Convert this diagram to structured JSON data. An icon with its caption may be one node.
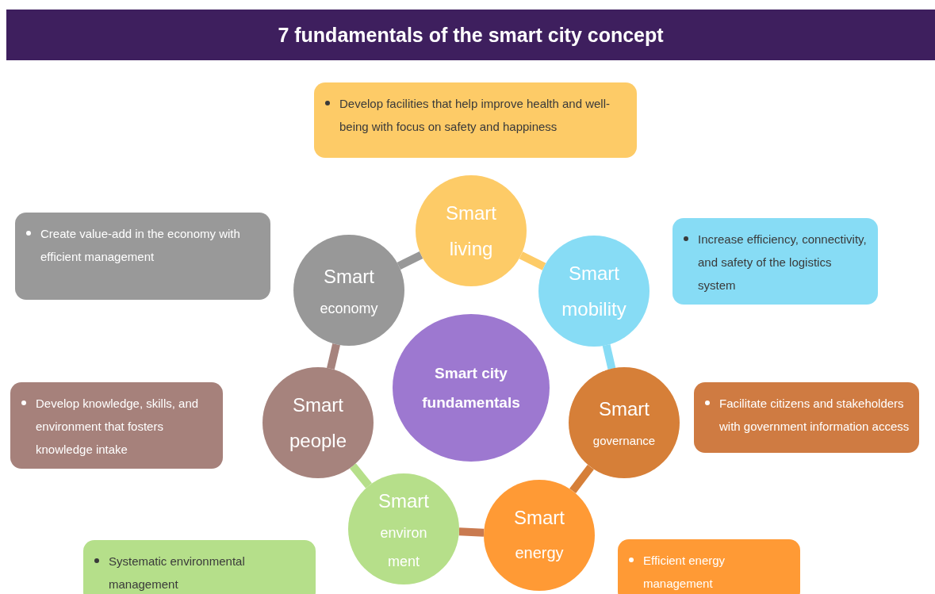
{
  "diagram": {
    "title": "7 fundamentals of the smart city concept",
    "nodes": [
      {
        "text": [
          "Develop facilities that help improve health and well-being with focus on safety and happiness"
        ]
      },
      {
        "text": [
          "Smart",
          "living"
        ]
      },
      {
        "text": [
          "Create value-add in the economy with efficient management"
        ]
      },
      {
        "text": [
          "Increase efficiency, connectivity, and safety of the logistics system"
        ]
      },
      {
        "text": [
          "Smart",
          "economy"
        ]
      },
      {
        "text": [
          "Smart",
          "mobility"
        ]
      },
      {
        "text": [
          "Smart city fundamentals"
        ]
      },
      {
        "text": [
          "Develop knowledge, skills, and environment that fosters knowledge intake"
        ]
      },
      {
        "text": [
          "Facilitate citizens and stakeholders with government information access"
        ]
      },
      {
        "text": [
          "Smart",
          "people"
        ]
      },
      {
        "text": [
          "Smart",
          "governance"
        ]
      },
      {
        "text": [
          "Smart",
          "environ ment"
        ]
      },
      {
        "text": [
          "Smart",
          "energy"
        ]
      },
      {
        "text": [
          "Systematic environmental management"
        ]
      },
      {
        "text": [
          "Efficient energy management"
        ]
      }
    ],
    "edges": [
      {
        "from": 1,
        "to": 5,
        "arrow": "none",
        "color": "#fdcb67"
      },
      {
        "from": 5,
        "to": 10,
        "arrow": "none",
        "color": "#87dcf5"
      },
      {
        "from": 10,
        "to": 12,
        "arrow": "none",
        "color": "#d67f38"
      },
      {
        "from": 12,
        "to": 11,
        "arrow": "none",
        "color": "#c97a50"
      },
      {
        "from": 11,
        "to": 9,
        "arrow": "none",
        "color": "#b6df8a"
      },
      {
        "from": 9,
        "to": 4,
        "arrow": "none",
        "color": "#a6837d"
      },
      {
        "from": 4,
        "to": 1,
        "arrow": "none",
        "color": "#989898"
      }
    ]
  }
}
